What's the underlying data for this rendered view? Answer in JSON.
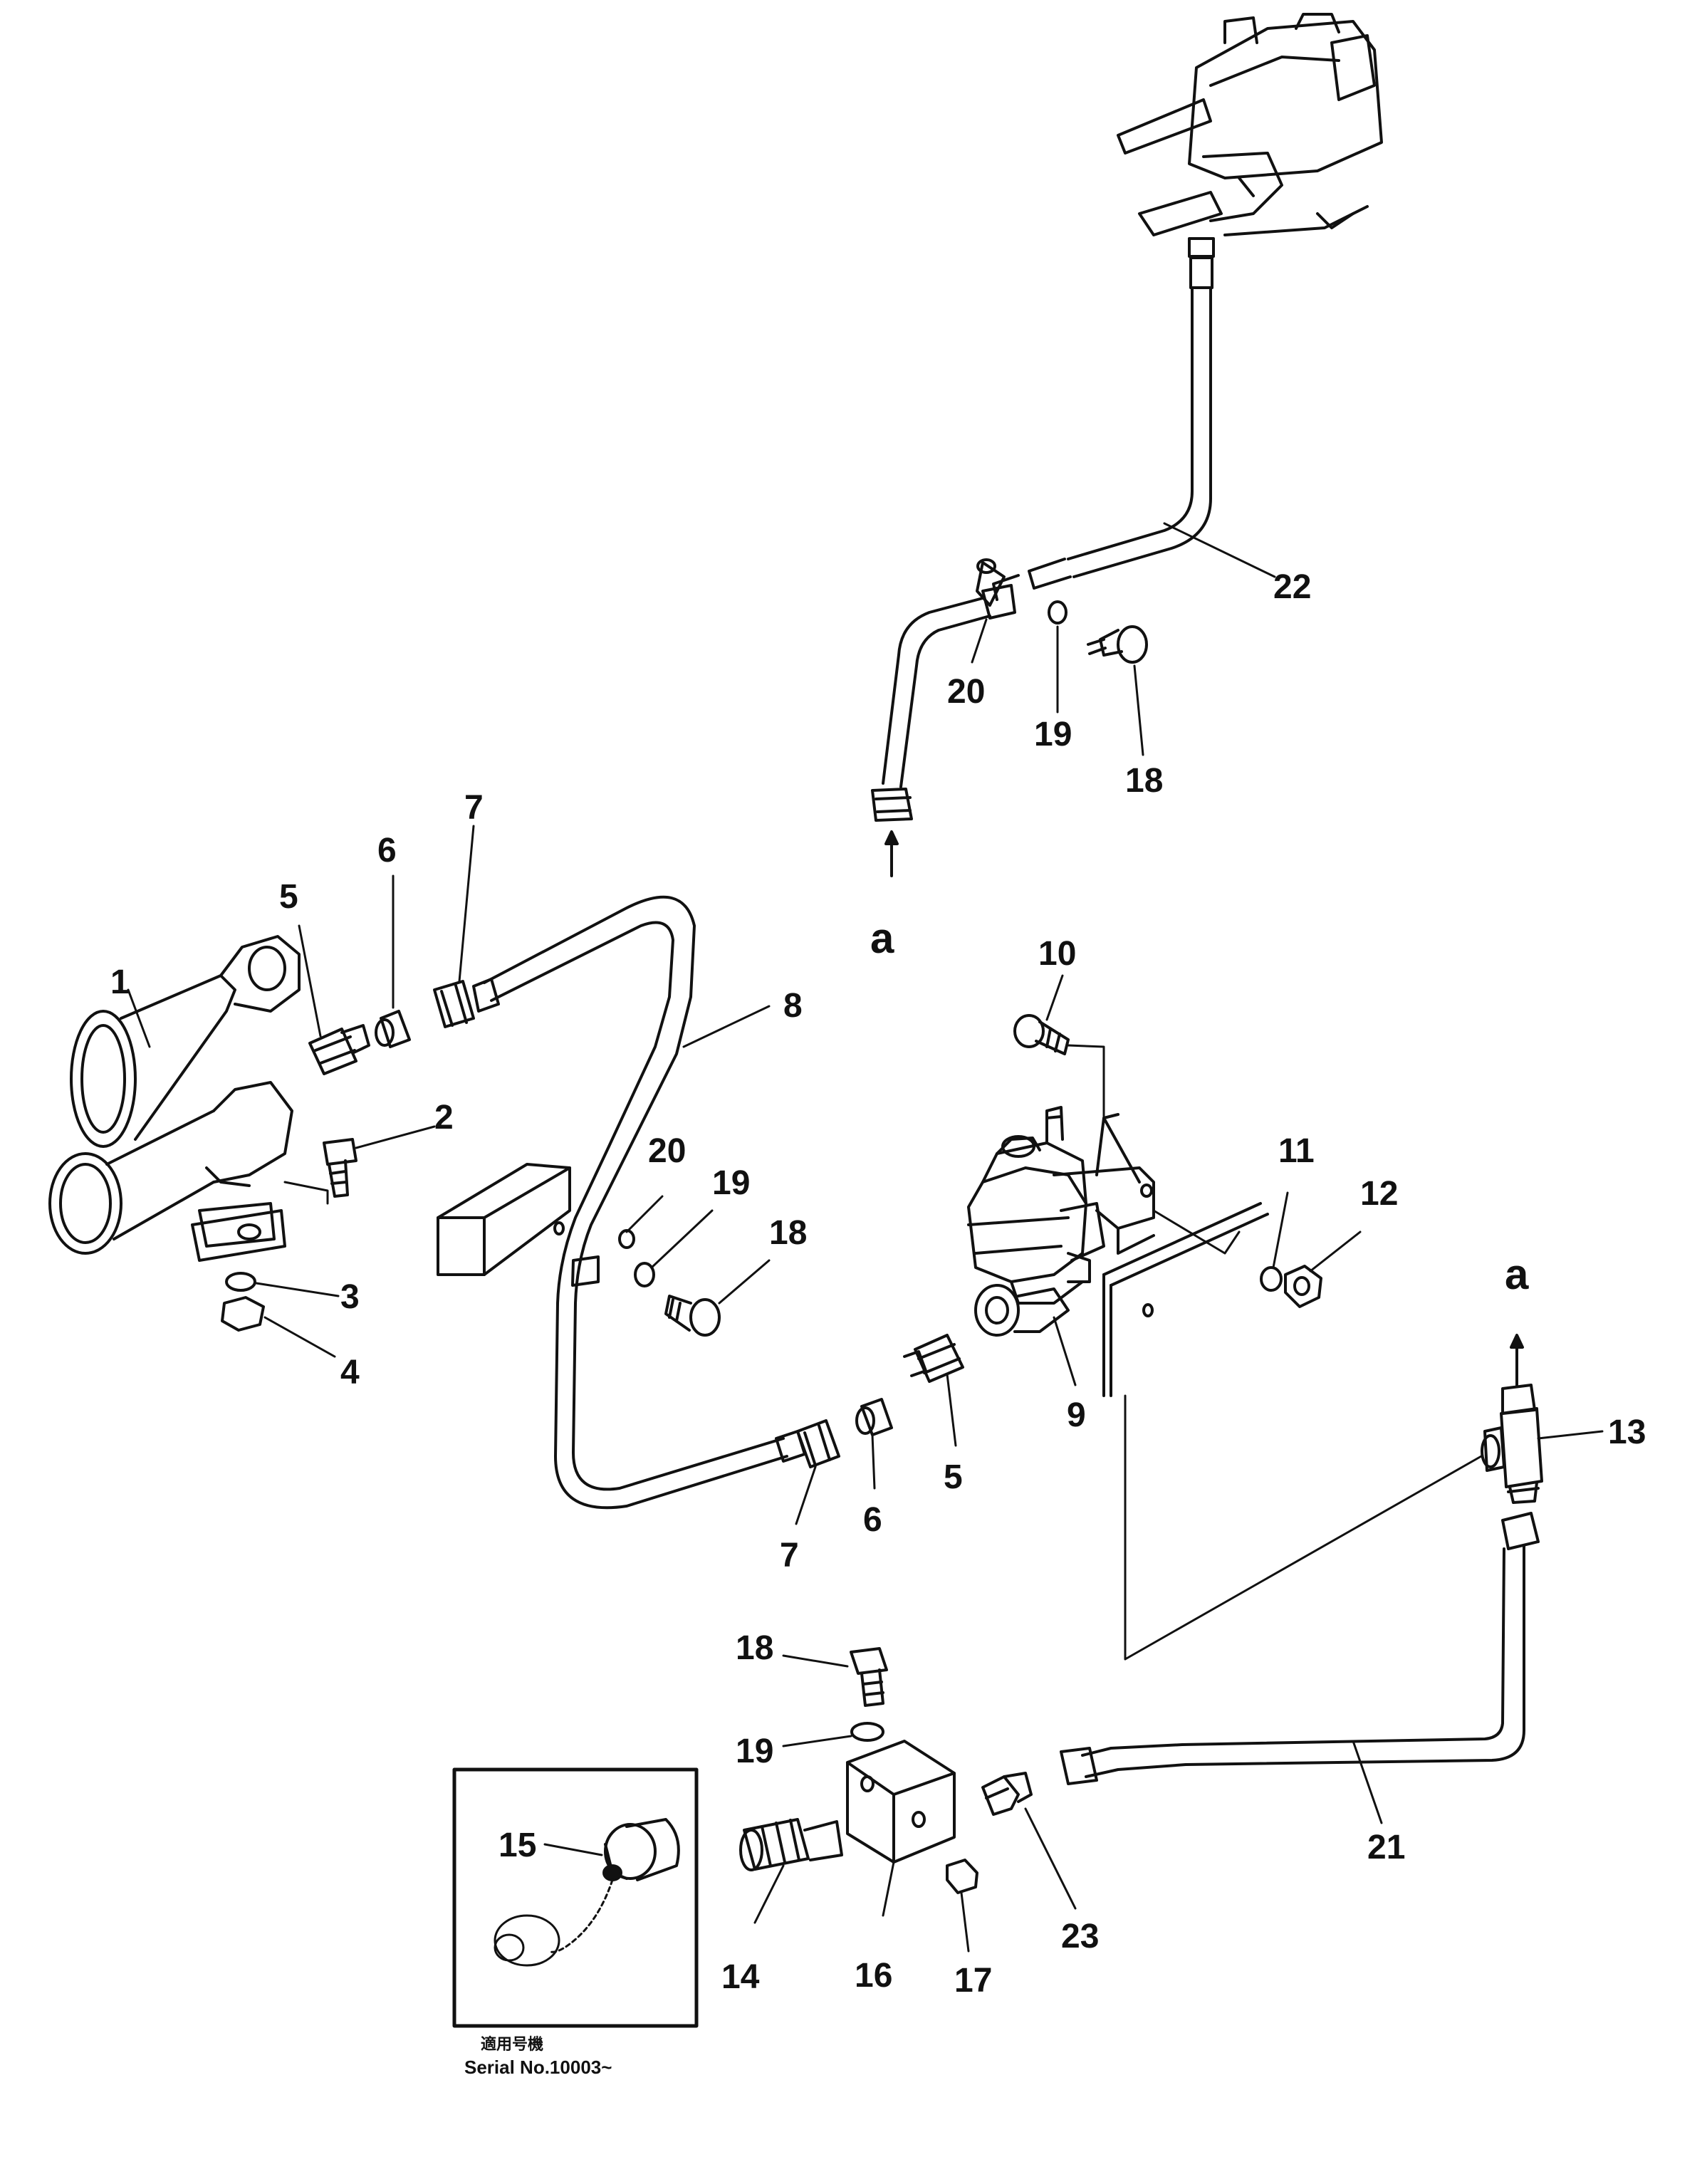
{
  "diagram": {
    "labels": {
      "p1": "1",
      "p2": "2",
      "p3": "3",
      "p4": "4",
      "p5a": "5",
      "p5b": "5",
      "p6a": "6",
      "p6b": "6",
      "p7a": "7",
      "p7b": "7",
      "p8": "8",
      "p9": "9",
      "p10": "10",
      "p11": "11",
      "p12": "12",
      "p13": "13",
      "p14": "14",
      "p15": "15",
      "p16": "16",
      "p17": "17",
      "p18a": "18",
      "p18b": "18",
      "p18c": "18",
      "p19a": "19",
      "p19b": "19",
      "p19c": "19",
      "p20a": "20",
      "p20b": "20",
      "p21": "21",
      "p22": "22",
      "p23": "23"
    },
    "arrows": {
      "a1": "a",
      "a2": "a"
    },
    "inset": {
      "serial_jp": "適用号機",
      "serial_en": "Serial No.10003~"
    }
  }
}
